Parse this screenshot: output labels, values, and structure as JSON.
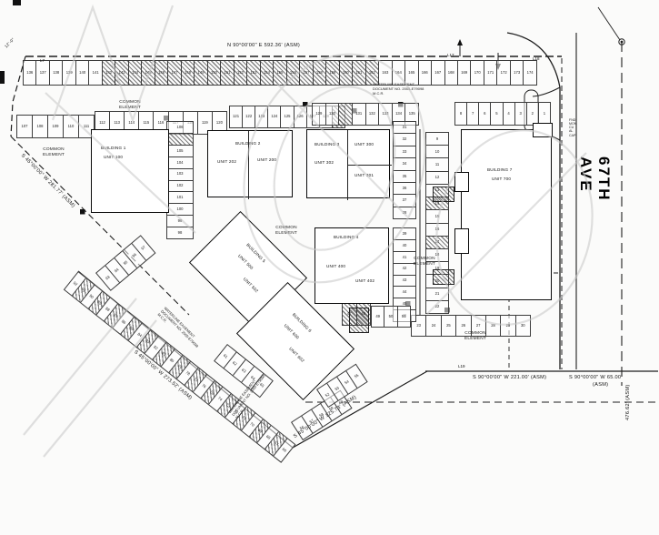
{
  "drawing": {
    "street_label": "67TH AVE",
    "common_element": "COMMON ELEMENT",
    "bearings": {
      "top": "N 90°00'00\" E  592.36' (ASM)",
      "left_diag": "S 45°00'00\" W  281.77' (ASM)",
      "lower_left_diag": "S 45°00'00\" W  273.52' (ASM)",
      "tip": "S 45°00'00\" W  125.73' (ASM)",
      "south_1": "S 90°00'00\" W  221.00' (ASM)",
      "south_2": "S 90°00'00\" W  65.00'",
      "south_2b": "(ASM)",
      "east_dim": "476.62' (ASM)",
      "corner_dim": "12'-0\""
    },
    "easement": {
      "l1": "WATERLINE EASEMENT",
      "l2": "DOCUMENT NO. 2005-E79098",
      "l3": "M.C.R."
    },
    "survey_note": [
      "FND",
      "MON",
      "CU",
      "AL",
      "CAP"
    ],
    "line_labels": [
      "L7",
      "L17",
      "L18",
      "L19"
    ],
    "buildings": [
      {
        "name": "BUILDING 1",
        "units": [
          "UNIT 100"
        ]
      },
      {
        "name": "BUILDING 2",
        "units": [
          "UNIT 202",
          "UNIT 200"
        ]
      },
      {
        "name": "BUILDING 3",
        "units": [
          "UNIT 300",
          "UNIT 302",
          "UNIT 301"
        ]
      },
      {
        "name": "BUILDING 4",
        "units": [
          "UNIT 400",
          "UNIT 402"
        ]
      },
      {
        "name": "BUILDING 5",
        "units": [
          "UNIT 500",
          "UNIT 502"
        ]
      },
      {
        "name": "BUILDING 6",
        "units": [
          "UNIT 600",
          "UNIT 602"
        ]
      },
      {
        "name": "BUILDING 7",
        "units": [
          "UNIT 700"
        ]
      }
    ]
  },
  "parking": {
    "row_136_174": [
      "136",
      "137",
      "138",
      "139",
      "140",
      "141",
      "#142",
      "#143",
      "#144",
      "#145",
      "#146",
      "#147",
      "#148",
      "#149",
      "#150",
      "#151",
      "#152",
      "#153",
      "#154",
      "#155",
      "#156",
      "#157",
      "#158",
      "#159",
      "#160",
      "#161",
      "#162",
      "163",
      "164",
      "165",
      "166",
      "167",
      "168",
      "169",
      "170",
      "171",
      "172",
      "173",
      "174"
    ],
    "row_107_111": [
      "107",
      "108",
      "109",
      "110",
      "111"
    ],
    "row_112_120": [
      "112",
      "113",
      "114",
      "115",
      "116",
      "117",
      "118",
      "119",
      "120"
    ],
    "row_121_128": [
      "121",
      "122",
      "123",
      "124",
      "125",
      "126",
      "127",
      "128",
      "#"
    ],
    "row_129_135": [
      "129",
      "130",
      "#",
      "131",
      "132",
      "133",
      "134",
      "135"
    ],
    "row_1_8": [
      "8",
      "7",
      "6",
      "5",
      "4",
      "3",
      "2",
      "1"
    ],
    "col_9_22": [
      "9",
      "10",
      "11",
      "12",
      "13",
      "#14",
      "15",
      "16",
      "#17",
      "18",
      "19",
      "20",
      "21",
      "22"
    ],
    "row_23_30": [
      "23",
      "24",
      "25",
      "26",
      "27",
      "28",
      "29",
      "30"
    ],
    "col_31_38": [
      "31",
      "32",
      "33",
      "34",
      "35",
      "36",
      "37",
      "38"
    ],
    "col_39_46": [
      "39",
      "40",
      "41",
      "42",
      "43",
      "44",
      "45",
      "46"
    ],
    "col_98_106": [
      "106",
      "#",
      "105",
      "104",
      "103",
      "102",
      "101",
      "100",
      "99",
      "98"
    ],
    "diag_93_97": [
      "93",
      "94",
      "95",
      "96",
      "97"
    ],
    "diag_66_92": [
      "92",
      "#91",
      "90",
      "#89",
      "88",
      "#87",
      "86",
      "#85",
      "84",
      "#83",
      "82",
      "#81",
      "80",
      "#79",
      "78",
      "#77",
      "76",
      "#75",
      "74",
      "#73",
      "72",
      "#71",
      "70",
      "#69",
      "68",
      "#67",
      "66"
    ],
    "diag_61_65": [
      "61",
      "62",
      "63",
      "64",
      "65"
    ],
    "diag_56_60": [
      "56",
      "57",
      "58",
      "59",
      "60"
    ],
    "diag_52_55": [
      "52",
      "53",
      "54",
      "55"
    ],
    "row_47_48": [
      "#47",
      "#48"
    ],
    "row_49_51": [
      "49",
      "50",
      "51"
    ]
  }
}
